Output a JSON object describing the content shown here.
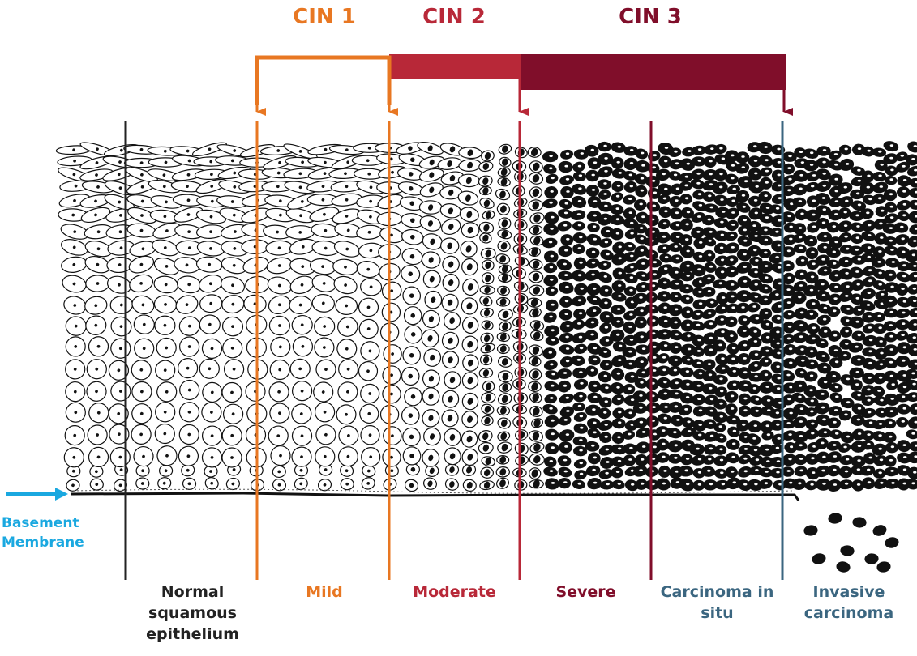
{
  "colors": {
    "normal": "#222222",
    "mild": "#e87722",
    "moderate": "#b82838",
    "severe": "#800e2a",
    "cis": "#3b6680",
    "membrane": "#1aa8e0",
    "cin1": "#e87722",
    "cin2": "#b82838",
    "cin3": "#800e2a"
  },
  "grades": {
    "cin1": "CIN 1",
    "cin2": "CIN 2",
    "cin3": "CIN 3"
  },
  "stages": {
    "normal": "Normal squamous epithelium",
    "mild": "Mild",
    "moderate": "Moderate",
    "severe": "Severe",
    "cis": "Carcinoma in situ",
    "invasive": "Invasive carcinoma"
  },
  "basement_membrane": "Basement Membrane"
}
